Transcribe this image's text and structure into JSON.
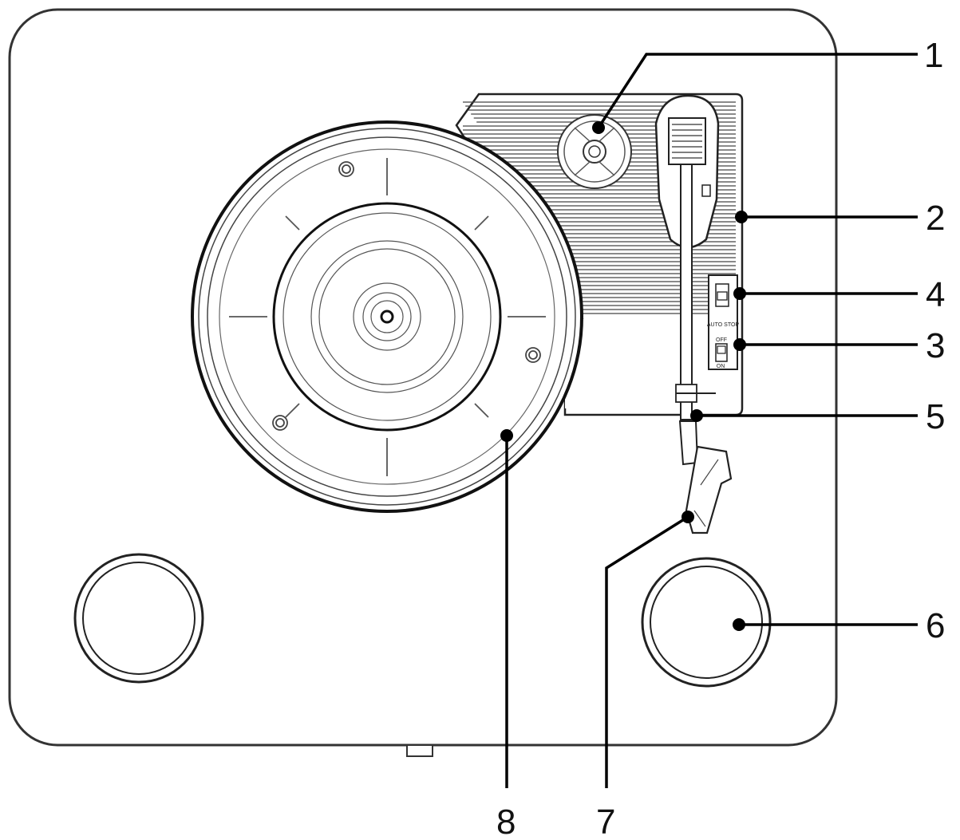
{
  "callouts": {
    "c1": "1",
    "c2": "2",
    "c3": "3",
    "c4": "4",
    "c5": "5",
    "c6": "6",
    "c7": "7",
    "c8": "8"
  },
  "switch_labels": {
    "auto_stop": "AUTO STOP",
    "off": "OFF",
    "on": "ON"
  },
  "colors": {
    "stroke": "#1a1a1a",
    "fill": "#ffffff"
  }
}
